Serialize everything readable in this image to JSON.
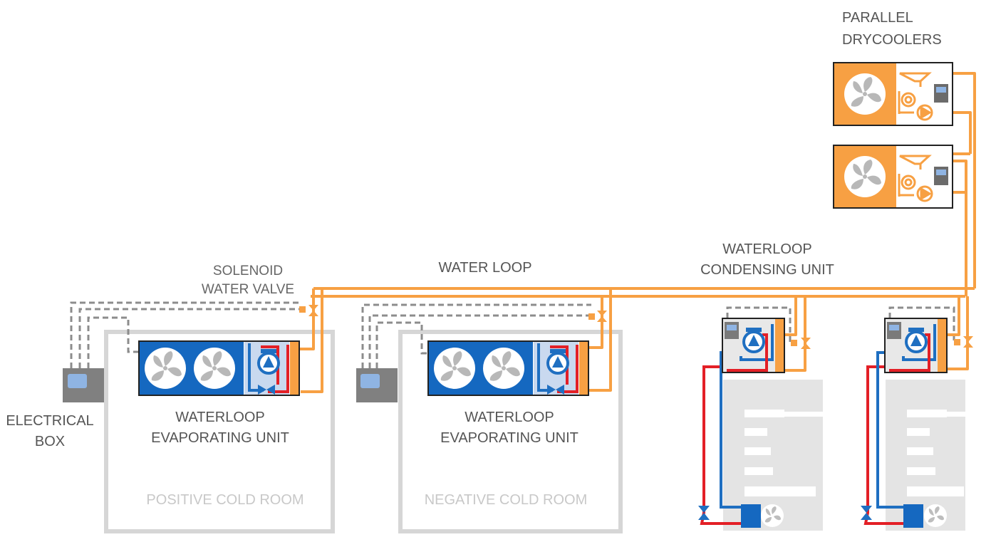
{
  "labels": {
    "parallel_drycoolers": [
      "PARALLEL",
      "DRYCOOLERS"
    ],
    "solenoid_water_valve": [
      "SOLENOID",
      "WATER VALVE"
    ],
    "water_loop": "WATER LOOP",
    "waterloop_condensing_unit": [
      "WATERLOOP",
      "CONDENSING UNIT"
    ],
    "electrical_box": [
      "ELECTRICAL",
      "BOX"
    ],
    "evaporating_unit_1": [
      "WATERLOOP",
      "EVAPORATING UNIT"
    ],
    "evaporating_unit_2": [
      "WATERLOOP",
      "EVAPORATING UNIT"
    ],
    "positive_cold_room": "POSITIVE COLD ROOM",
    "negative_cold_room": "NEGATIVE COLD ROOM"
  },
  "colors": {
    "water_pipe": "#f7a043",
    "hot_pipe": "#e31f26",
    "cold_pipe": "#1f6fc1",
    "evaporator_body": "#1568c0",
    "control_wire": "#8c8c8c",
    "room_outline": "#d6d6d6",
    "electrical_box": "#808080",
    "screen": "#8fb4e3",
    "text": "#555555",
    "room_text": "#c8c8c8"
  },
  "icons": [
    "fan-icon",
    "pump-icon",
    "valve-icon",
    "expansion-valve-icon",
    "filter-icon",
    "controller-screen-icon"
  ]
}
